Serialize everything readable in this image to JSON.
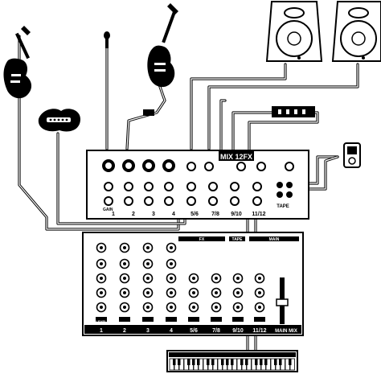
{
  "mixer": {
    "brand": "MIX 12FX",
    "channels_top": [
      "1",
      "2",
      "3",
      "4",
      "5/6",
      "7/8",
      "9/10",
      "11/12"
    ],
    "tape_label": "TAPE",
    "section_fx": "FX",
    "section_tape": "TAPE",
    "section_main": "MAIN",
    "gain_label": "GAIN",
    "level_label": "LEVEL",
    "channels_bottom": [
      "1",
      "2",
      "3",
      "4",
      "5/6",
      "7/8",
      "9/10",
      "11/12"
    ],
    "main_mix_label": "MAIN MIX"
  },
  "devices": [
    "electric-guitar",
    "acoustic-guitar-pickup",
    "microphone",
    "electric-guitar",
    "loudspeaker",
    "loudspeaker",
    "media-player",
    "keyboard"
  ]
}
